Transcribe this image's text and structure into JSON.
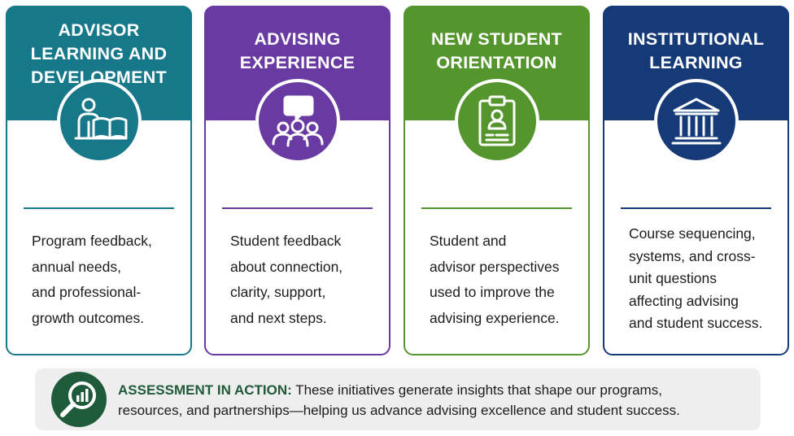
{
  "cards": [
    {
      "title_lines": [
        "ADVISOR",
        "LEARNING AND",
        "DEVELOPMENT"
      ],
      "icon": "reader-book-icon",
      "color": "#17788a",
      "description_lines": [
        "Program feedback,",
        "annual needs,",
        "and professional-",
        "growth outcomes."
      ]
    },
    {
      "title_lines": [
        "ADVISING",
        "EXPERIENCE"
      ],
      "icon": "group-chat-icon",
      "color": "#6a3aa3",
      "description_lines": [
        "Student feedback",
        "about connection,",
        "clarity, support,",
        "and next steps."
      ]
    },
    {
      "title_lines": [
        "NEW STUDENT",
        "ORIENTATION"
      ],
      "icon": "clipboard-profile-icon",
      "color": "#55952e",
      "description_lines": [
        "Student and",
        "advisor perspectives",
        "used to improve the",
        "advising experience."
      ]
    },
    {
      "title_lines": [
        "INSTITUTIONAL",
        "LEARNING"
      ],
      "icon": "institution-building-icon",
      "color": "#163a78",
      "description_lines": [
        "Course sequencing,",
        "systems, and cross-",
        "unit questions",
        "affecting advising",
        "and student success."
      ]
    }
  ],
  "banner": {
    "icon": "magnifier-chart-icon",
    "lead": "ASSESSMENT IN ACTION:",
    "line1": " These initiatives generate insights that shape our programs,",
    "line2": "resources, and partnerships—helping us advance advising excellence and student success.",
    "icon_color": "#1f5a3a"
  }
}
